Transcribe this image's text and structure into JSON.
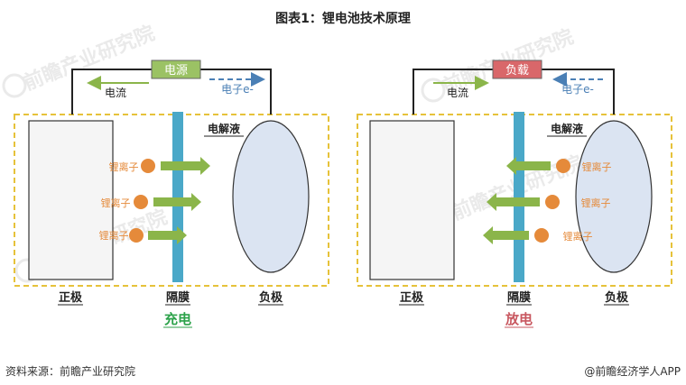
{
  "title": "图表1：锂电池技术原理",
  "watermark": "前瞻产业研究院",
  "panels": [
    {
      "id": "charge",
      "source_label": "电源",
      "source_fill": "#9bc264",
      "current_label": "电流",
      "electron_label": "电子e-",
      "electrolyte_label": "电解液",
      "ion_label": "锂离子",
      "ion_direction": "to-anode",
      "positive_label": "正极",
      "separator_label": "隔膜",
      "negative_label": "负极",
      "mode_label": "充电",
      "mode_color": "#2ca24a"
    },
    {
      "id": "discharge",
      "source_label": "负载",
      "source_fill": "#d9676a",
      "current_label": "电流",
      "electron_label": "电子e-",
      "electrolyte_label": "电解液",
      "ion_label": "锂离子",
      "ion_direction": "to-cathode",
      "positive_label": "正极",
      "separator_label": "隔膜",
      "negative_label": "负极",
      "mode_label": "放电",
      "mode_color": "#c8575f"
    }
  ],
  "footer": {
    "source": "资料来源：前瞻产业研究院",
    "brand": "@前瞻经济学人APP"
  },
  "colors": {
    "border_dash": "#e6c23a",
    "separator": "#4aa8c8",
    "anode_fill": "#dbe4f2",
    "ion": "#e58a3a",
    "arrow": "#8bb54a",
    "electron": "#4a7fb5"
  }
}
